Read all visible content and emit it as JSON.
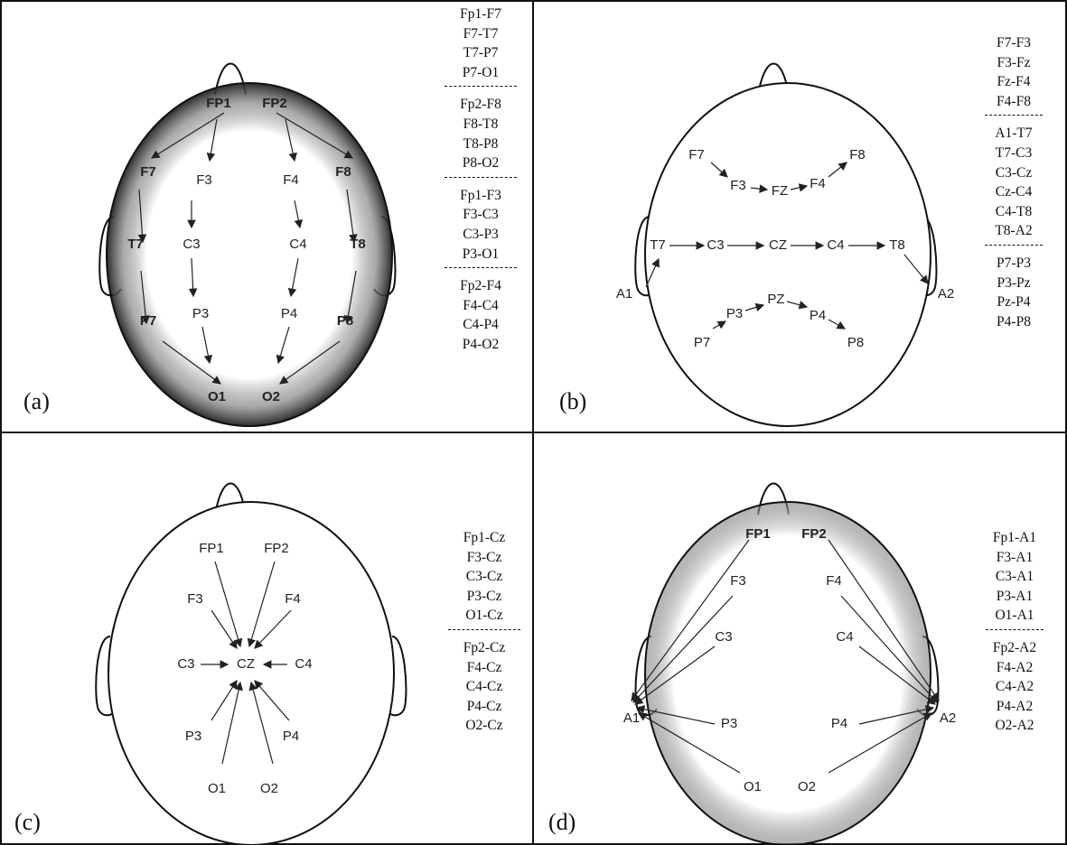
{
  "panels": {
    "a": {
      "label": "(a)",
      "electrodes": {
        "fp1": "FP1",
        "fp2": "FP2",
        "f7": "F7",
        "f3": "F3",
        "f4": "F4",
        "f8": "F8",
        "t7": "T7",
        "c3": "C3",
        "c4": "C4",
        "t8": "T8",
        "p7": "P7",
        "p3": "P3",
        "p4": "P4",
        "p8": "P8",
        "o1": "O1",
        "o2": "O2"
      },
      "montage": [
        [
          "Fp1-F7",
          "F7-T7",
          "T7-P7",
          "P7-O1"
        ],
        [
          "Fp2-F8",
          "F8-T8",
          "T8-P8",
          "P8-O2"
        ],
        [
          "Fp1-F3",
          "F3-C3",
          "C3-P3",
          "P3-O1"
        ],
        [
          "Fp2-F4",
          "F4-C4",
          "C4-P4",
          "P4-O2"
        ]
      ]
    },
    "b": {
      "label": "(b)",
      "electrodes": {
        "f7": "F7",
        "f3": "F3",
        "fz": "FZ",
        "f4": "F4",
        "f8": "F8",
        "a1": "A1",
        "t7": "T7",
        "c3": "C3",
        "cz": "CZ",
        "c4": "C4",
        "t8": "T8",
        "a2": "A2",
        "p7": "P7",
        "p3": "P3",
        "pz": "PZ",
        "p4": "P4",
        "p8": "P8"
      },
      "montage": [
        [
          "F7-F3",
          "F3-Fz",
          "Fz-F4",
          "F4-F8"
        ],
        [
          "A1-T7",
          "T7-C3",
          "C3-Cz",
          "Cz-C4",
          "C4-T8",
          "T8-A2"
        ],
        [
          "P7-P3",
          "P3-Pz",
          "Pz-P4",
          "P4-P8"
        ]
      ]
    },
    "c": {
      "label": "(c)",
      "electrodes": {
        "fp1": "FP1",
        "fp2": "FP2",
        "f3": "F3",
        "f4": "F4",
        "c3": "C3",
        "cz": "CZ",
        "c4": "C4",
        "p3": "P3",
        "p4": "P4",
        "o1": "O1",
        "o2": "O2"
      },
      "montage": [
        [
          "Fp1-Cz",
          "F3-Cz",
          "C3-Cz",
          "P3-Cz",
          "O1-Cz"
        ],
        [
          "Fp2-Cz",
          "F4-Cz",
          "C4-Cz",
          "P4-Cz",
          "O2-Cz"
        ]
      ]
    },
    "d": {
      "label": "(d)",
      "electrodes": {
        "fp1": "FP1",
        "fp2": "FP2",
        "f3": "F3",
        "f4": "F4",
        "c3": "C3",
        "c4": "C4",
        "a1": "A1",
        "a2": "A2",
        "p3": "P3",
        "p4": "P4",
        "o1": "O1",
        "o2": "O2"
      },
      "montage": [
        [
          "Fp1-A1",
          "F3-A1",
          "C3-A1",
          "P3-A1",
          "O1-A1"
        ],
        [
          "Fp2-A2",
          "F4-A2",
          "C4-A2",
          "P4-A2",
          "O2-A2"
        ]
      ]
    }
  },
  "colors": {
    "line": "#111111",
    "shade": "#333333"
  }
}
